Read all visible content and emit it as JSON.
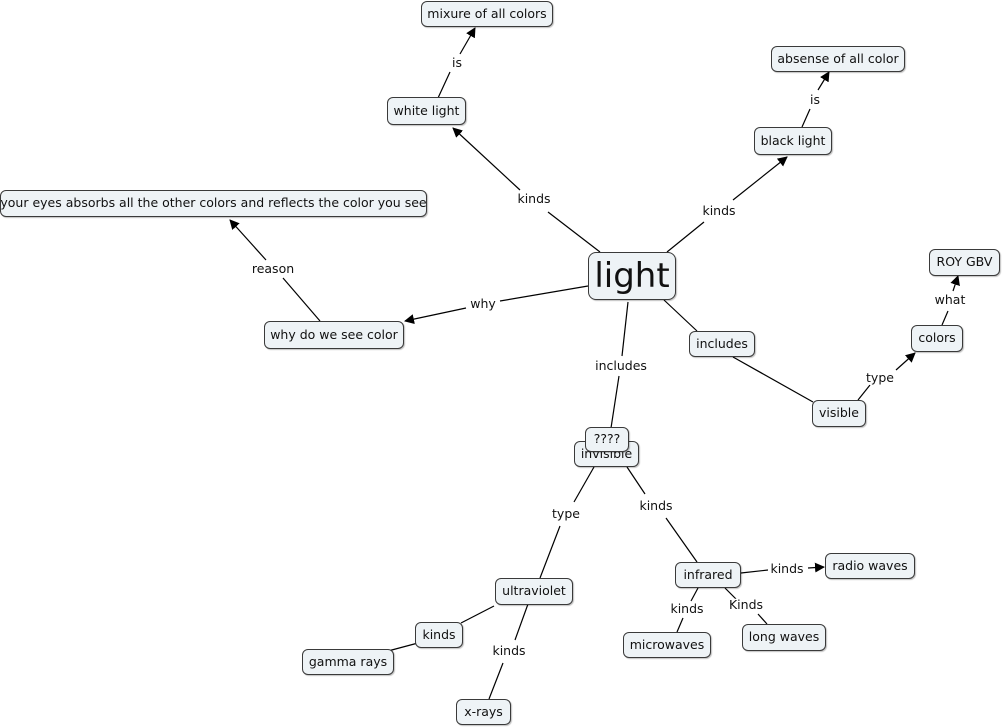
{
  "nodes": {
    "light": "light",
    "white_light": "white light",
    "mixture": "mixure of all colors",
    "black_light": "black light",
    "absence": "absense of all color",
    "eyes": "your eyes absorbs all the other colors and reflects the color you see",
    "why_color": "why do we see color",
    "includes": "includes",
    "visible": "visible",
    "colors": "colors",
    "roygbv": "ROY GBV",
    "invisible": "invisible",
    "question": "????",
    "ultraviolet": "ultraviolet",
    "infrared": "infrared",
    "radio_waves": "radio waves",
    "microwaves": "microwaves",
    "long_waves": "long waves",
    "kinds_node": "kinds",
    "gamma_rays": "gamma rays",
    "x_rays": "x-rays"
  },
  "labels": {
    "kinds_white": "kinds",
    "is_white": "is",
    "kinds_black": "kinds",
    "is_black": "is",
    "why": "why",
    "reason": "reason",
    "includes_mid": "includes",
    "type_visible": "type",
    "what": "what",
    "type_uv": "type",
    "kinds_ir_group": "kinds",
    "kinds_radio": "kinds",
    "kinds_micro": "kinds",
    "kinds_long": "Kinds",
    "kinds_xray": "kinds"
  }
}
